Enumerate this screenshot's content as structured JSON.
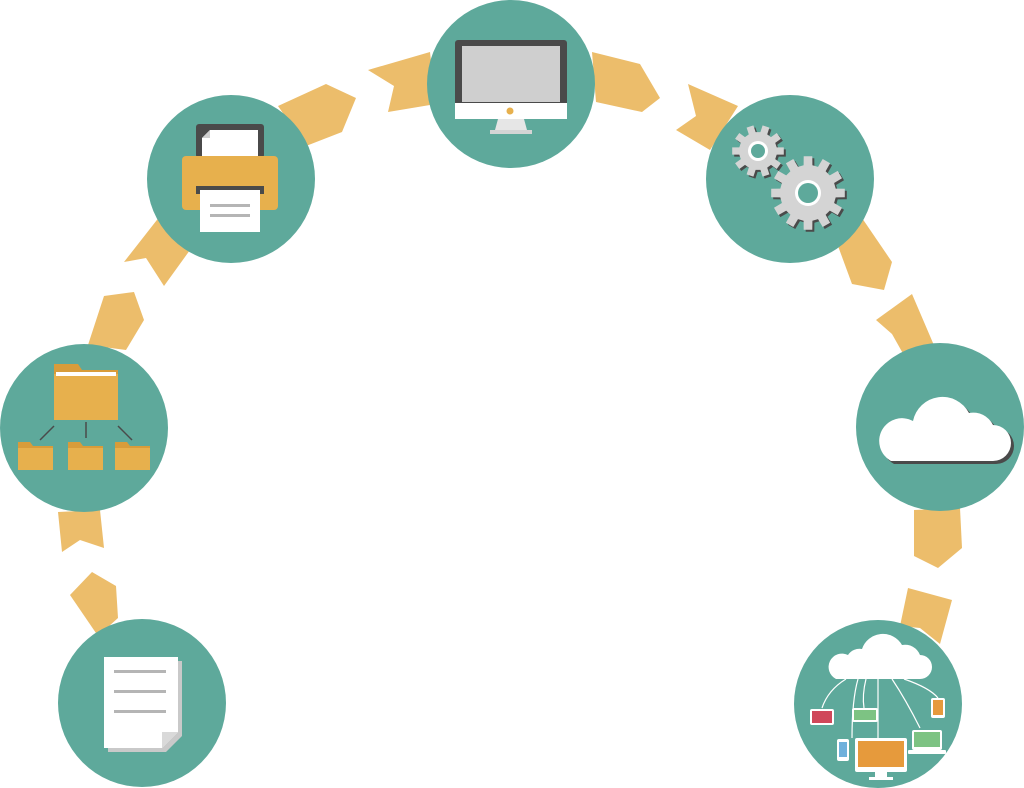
{
  "diagram": {
    "flow_direction": "clockwise",
    "colors": {
      "circle": "#5ea99b",
      "arrow": "#ecbd6b",
      "paper": "#ffffff",
      "paper_shadow": "#c9c9c9",
      "dark": "#4a4a4a",
      "screen": "#cfcfcf",
      "folder": "#e7b04d",
      "gear": "#d4d4d4",
      "device_red": "#d0475a",
      "device_green": "#7dc383",
      "device_blue": "#6fb1dc",
      "device_orange": "#e69a3c"
    },
    "nodes": [
      {
        "id": "document",
        "icon": "document-icon"
      },
      {
        "id": "folder-tree",
        "icon": "folder-tree-icon"
      },
      {
        "id": "printer",
        "icon": "printer-icon"
      },
      {
        "id": "computer",
        "icon": "monitor-icon"
      },
      {
        "id": "settings",
        "icon": "gears-icon"
      },
      {
        "id": "cloud",
        "icon": "cloud-icon"
      },
      {
        "id": "cloud-devices",
        "icon": "cloud-devices-icon"
      }
    ]
  }
}
